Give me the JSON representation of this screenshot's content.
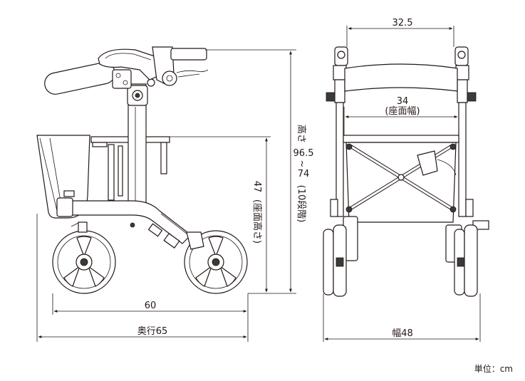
{
  "dimensions": {
    "top_width": "32.5",
    "seat_width_value": "34",
    "seat_width_label": "(座面幅)",
    "seat_height_value": "47",
    "seat_height_label": "(座面高さ)",
    "height_label": "高さ",
    "height_max": "96.5",
    "height_tilde": "~",
    "height_min": "74",
    "height_steps": "(10段階)",
    "base_length": "60",
    "depth": "奥行65",
    "width": "幅48"
  },
  "unit_label": "単位：cm",
  "colors": {
    "line": "#231815",
    "fill": "#ffffff",
    "dark": "#3a3a3a"
  }
}
